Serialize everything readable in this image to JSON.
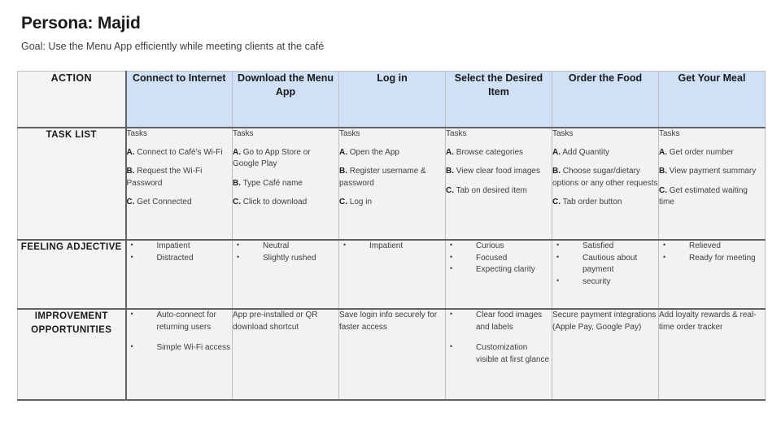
{
  "header": {
    "title": "Persona: Majid",
    "goal": "Goal: Use the Menu App efficiently while meeting clients at the café"
  },
  "colors": {
    "header_blue": "#cfe0f7",
    "label_gray": "#f3f3f3",
    "cell_gray": "#f2f2f2",
    "border_dark": "#5f6368",
    "border_light": "#bfbfbf"
  },
  "table": {
    "corner_label": "ACTION",
    "stages": [
      "Connect to Internet",
      "Download the Menu App",
      "Log in",
      "Select the Desired Item",
      "Order the Food",
      "Get Your Meal"
    ],
    "row_labels": {
      "task_list": "TASK LIST",
      "feeling_adjective": "FEELING ADJECTIVE",
      "improvement_opportunities": "IMPROVEMENT OPPORTUNITIES"
    },
    "task_list": {
      "tasks_word": "Tasks",
      "columns": [
        {
          "items": [
            {
              "letter": "A.",
              "text": "Connect to Café's Wi-Fi"
            },
            {
              "letter": "B.",
              "text": "Request the Wi-Fi Password"
            },
            {
              "letter": "C.",
              "text": "Get Connected"
            }
          ]
        },
        {
          "items": [
            {
              "letter": "A.",
              "text": "Go to App Store or Google Play"
            },
            {
              "letter": "B.",
              "text": "Type Café name"
            },
            {
              "letter": "C.",
              "text": "Click to download"
            }
          ]
        },
        {
          "items": [
            {
              "letter": "A.",
              "text": "Open the App"
            },
            {
              "letter": "B.",
              "text": "Register username & password"
            },
            {
              "letter": "C.",
              "text": "Log in"
            }
          ]
        },
        {
          "items": [
            {
              "letter": "A.",
              "text": "Browse categories"
            },
            {
              "letter": "B.",
              "text": "View clear food images"
            },
            {
              "letter": "C.",
              "text": "Tab on desired item"
            }
          ]
        },
        {
          "items": [
            {
              "letter": "A.",
              "text": "Add Quantity"
            },
            {
              "letter": "B.",
              "text": "Choose sugar/dietary options or any other requests"
            },
            {
              "letter": "C.",
              "text": "Tab order button"
            }
          ]
        },
        {
          "items": [
            {
              "letter": "A.",
              "text": "Get order number"
            },
            {
              "letter": "B.",
              "text": "View payment summary"
            },
            {
              "letter": "C.",
              "text": "Get estimated waiting time"
            }
          ]
        }
      ]
    },
    "feeling_adjective": {
      "columns": [
        {
          "bullets": [
            "Impatient",
            "Distracted"
          ]
        },
        {
          "bullets": [
            "Neutral",
            "Slightly rushed"
          ]
        },
        {
          "bullets": [
            "Impatient"
          ]
        },
        {
          "bullets": [
            "Curious",
            "Focused",
            "Expecting clarity"
          ]
        },
        {
          "bullets": [
            "Satisfied",
            "Cautious about payment",
            "security"
          ]
        },
        {
          "bullets": [
            "Relieved",
            "Ready for meeting"
          ]
        }
      ]
    },
    "improvement_opportunities": {
      "columns": [
        {
          "bulleted": true,
          "items": [
            "Auto-connect for returning users",
            "Simple Wi-Fi access"
          ]
        },
        {
          "bulleted": false,
          "items": [
            "App pre-installed or QR download shortcut"
          ]
        },
        {
          "bulleted": false,
          "items": [
            "Save login info securely for faster access"
          ]
        },
        {
          "bulleted": true,
          "items": [
            "Clear food images and labels",
            "Customization visible at first glance"
          ]
        },
        {
          "bulleted": false,
          "items": [
            "Secure payment integrations (Apple Pay, Google Pay)"
          ]
        },
        {
          "bulleted": false,
          "items": [
            "Add loyalty rewards & real-time order tracker"
          ]
        }
      ]
    }
  }
}
